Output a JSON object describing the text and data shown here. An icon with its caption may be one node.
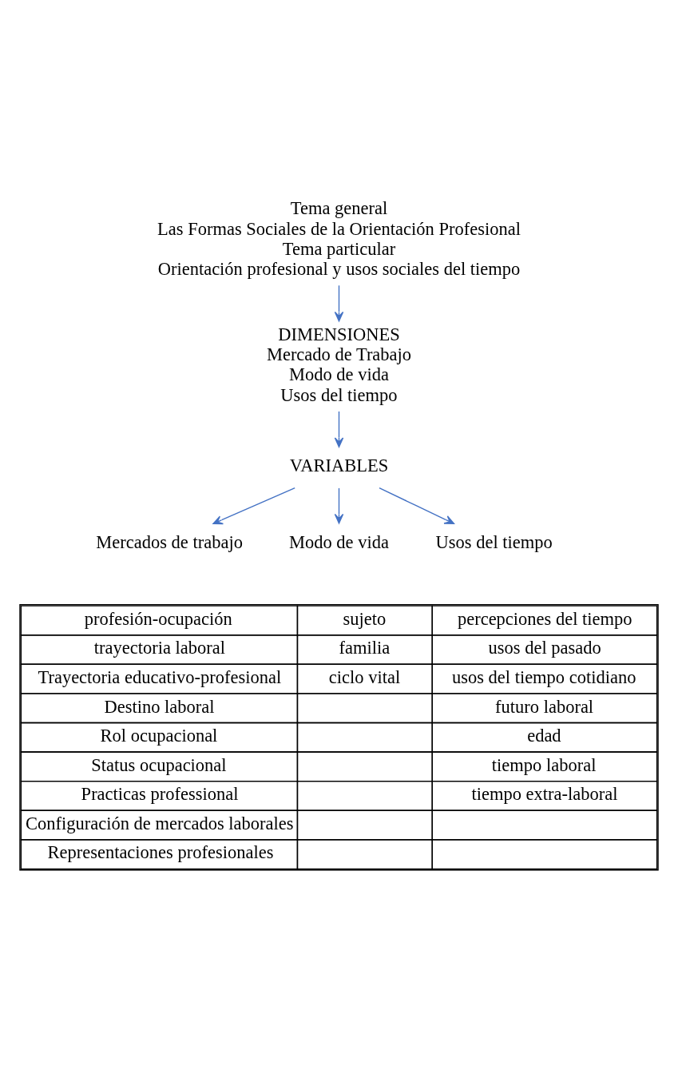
{
  "diagram": {
    "nodes": [
      {
        "text": [
          "Tema general",
          "Las Formas Sociales de la Orientación Profesional",
          "Tema particular",
          "Orientación profesional y usos sociales del tiempo"
        ]
      },
      {
        "text": [
          "DIMENSIONES",
          "Mercado de Trabajo",
          "Modo de vida",
          "Usos del tiempo"
        ]
      },
      {
        "text": [
          "VARIABLES"
        ]
      },
      {
        "text": [
          "Mercados de trabajo"
        ]
      },
      {
        "text": [
          "Modo de vida"
        ]
      },
      {
        "text": [
          "Usos del tiempo"
        ]
      }
    ],
    "edges": [
      {
        "from": 0,
        "to": 1,
        "arrow": "to"
      },
      {
        "from": 1,
        "to": 2,
        "arrow": "to"
      },
      {
        "from": 2,
        "to": 3,
        "arrow": "to"
      },
      {
        "from": 2,
        "to": 4,
        "arrow": "to"
      },
      {
        "from": 2,
        "to": 5,
        "arrow": "to"
      }
    ],
    "labels": [
      "profesión-ocupación",
      "sujeto",
      "percepciones del tiempo",
      "trayectoria laboral",
      "familia",
      "usos del pasado",
      "Trayectoria educativo-profesional",
      "ciclo vital",
      "usos del tiempo cotidiano",
      "Destino laboral",
      "futuro laboral",
      "Rol ocupacional",
      "edad",
      "Status ocupacional",
      "tiempo laboral",
      "Practicas professional",
      "tiempo extra-laboral",
      "Configuración de mercados laborales",
      "Representaciones profesionales"
    ]
  }
}
